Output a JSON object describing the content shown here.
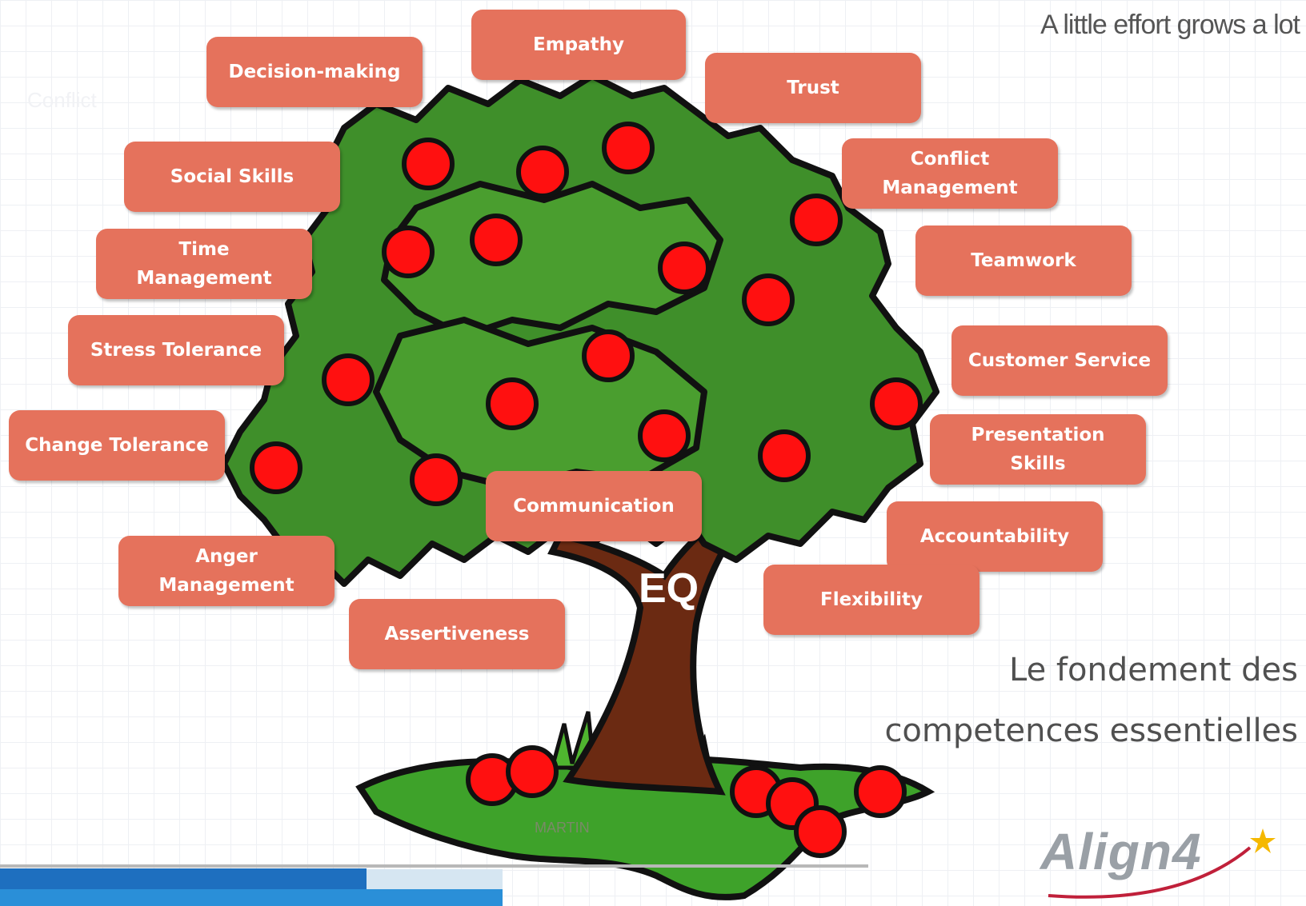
{
  "slide": {
    "tagline": "A little effort grows a lot",
    "foundation_line1": "Le fondement des",
    "foundation_line2": "competences essentielles",
    "ghost_text": "Conflict",
    "center_label": "EQ",
    "signature": "MARTIN"
  },
  "logo": {
    "text": "Align4",
    "star_color": "#f5b800",
    "swoosh_color": "#c0203a"
  },
  "colors": {
    "label_bg": "#e5725c",
    "label_text": "#ffffff",
    "foliage": "#3f8f2a",
    "apple": "#ff1010",
    "trunk": "#6b2a12",
    "footer_blue": "#1e6fbf"
  },
  "labels": {
    "empathy": "Empathy",
    "decision_making": "Decision-making",
    "trust": "Trust",
    "social_skills": "Social Skills",
    "conflict_management": "Conflict\nManagement",
    "time_management": "Time\nManagement",
    "teamwork": "Teamwork",
    "stress_tolerance": "Stress Tolerance",
    "customer_service": "Customer Service",
    "change_tolerance": "Change Tolerance",
    "presentation_skills": "Presentation\nSkills",
    "communication": "Communication",
    "accountability": "Accountability",
    "anger_management": "Anger\nManagement",
    "flexibility": "Flexibility",
    "assertiveness": "Assertiveness"
  }
}
